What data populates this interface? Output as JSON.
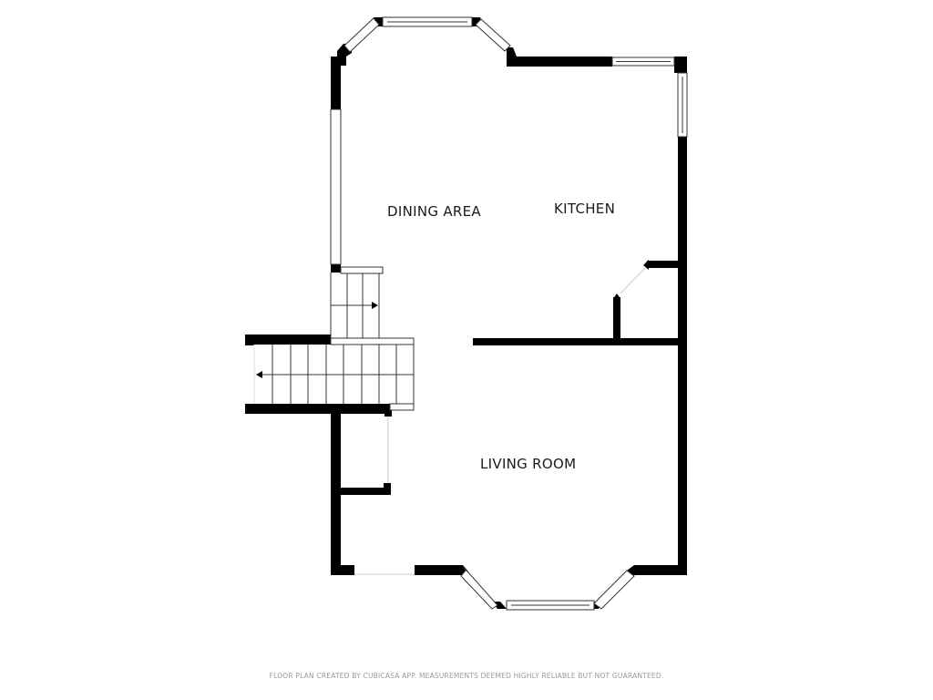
{
  "plan": {
    "rooms": [
      {
        "name": "DINING AREA"
      },
      {
        "name": "KITCHEN"
      },
      {
        "name": "LIVING ROOM"
      }
    ],
    "stairs": [
      {
        "label": "stairs-up-short",
        "direction": "right"
      },
      {
        "label": "stairs-main",
        "direction": "left"
      }
    ]
  },
  "footer": {
    "disclaimer": "FLOOR PLAN CREATED BY CUBICASA APP. MEASUREMENTS DEEMED HIGHLY RELIABLE BUT NOT GUARANTEED."
  },
  "colors": {
    "wall": "#000000",
    "window_stroke": "#333333",
    "background": "#ffffff",
    "footer_text": "#9a9a9a"
  }
}
